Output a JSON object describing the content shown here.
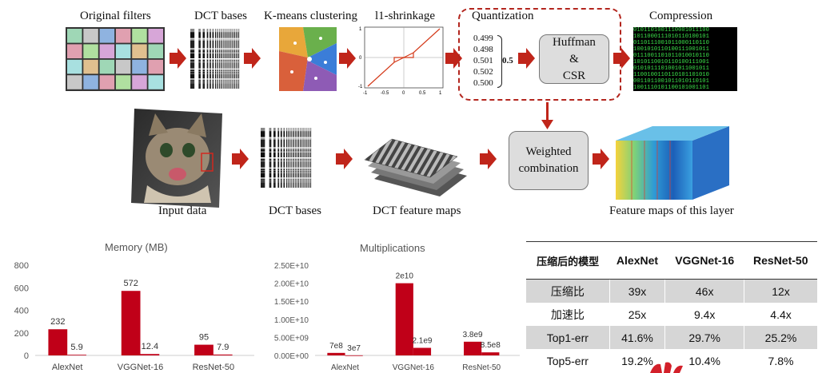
{
  "pipeline": {
    "labels": {
      "original_filters": "Original filters",
      "dct_bases": "DCT bases",
      "kmeans": "K-means clustering",
      "l1": "l1-shrinkage",
      "quantization": "Quantization",
      "compression": "Compression",
      "input_data": "Input data",
      "dct_bases_2": "DCT bases",
      "dct_feature_maps": "DCT feature maps",
      "feature_maps_layer": "Feature maps of this layer"
    },
    "huffman": {
      "line1": "Huffman",
      "line2": "&",
      "line3": "CSR"
    },
    "weighted": {
      "line1": "Weighted",
      "line2": "combination"
    },
    "quant_values": [
      "0.499",
      "0.498",
      "0.501",
      "0.502",
      "0.500"
    ],
    "quant_result": "0.5",
    "l1_ticks_x": [
      "-1",
      "-0.5",
      "0",
      "0.5",
      "1"
    ],
    "l1_ticks_y": [
      "1",
      "0",
      "-1"
    ],
    "binary_rows": [
      "0101101001110001011100",
      "1011000111010110100101",
      "0110111001011000110110",
      "1001010110100111001011",
      "0111001101011010010110",
      "1010110010110100111001",
      "0101011101001011001011",
      "1100100110110101101010",
      "0011011001011010110101",
      "1001110101100101001101"
    ],
    "accent_color": "#c0251a"
  },
  "chart_data": [
    {
      "type": "bar",
      "title": "Memory (MB)",
      "categories": [
        "AlexNet",
        "VGGNet-16",
        "ResNet-50"
      ],
      "series": [
        {
          "values": [
            232,
            572,
            95
          ],
          "labels": [
            "232",
            "572",
            "95"
          ],
          "color": "#c00018"
        },
        {
          "values": [
            5.9,
            12.4,
            7.9
          ],
          "labels": [
            "5.9",
            "12.4",
            "7.9"
          ],
          "color": "#c00018"
        }
      ],
      "ylim": [
        0,
        800
      ],
      "yticks": [
        "0",
        "200",
        "400",
        "600",
        "800"
      ],
      "ytick_values": [
        0,
        200,
        400,
        600,
        800
      ],
      "grid": false
    },
    {
      "type": "bar",
      "title": "Multiplications",
      "categories": [
        "AlexNet",
        "VGGNet-16",
        "ResNet-50"
      ],
      "series": [
        {
          "values": [
            700000000.0,
            20000000000.0,
            3800000000.0
          ],
          "labels": [
            "7e8",
            "2e10",
            "3.8e9"
          ],
          "color": "#c00018"
        },
        {
          "values": [
            30000000.0,
            2100000000.0,
            850000000.0
          ],
          "labels": [
            "3e7",
            "2.1e9",
            "8.5e8"
          ],
          "color": "#c00018"
        }
      ],
      "ylim": [
        0,
        25000000000.0
      ],
      "yticks": [
        "0.00E+00",
        "5.00E+09",
        "1.00E+10",
        "1.50E+10",
        "2.00E+10",
        "2.50E+10"
      ],
      "ytick_values": [
        0,
        5000000000.0,
        10000000000.0,
        15000000000.0,
        20000000000.0,
        25000000000.0
      ],
      "grid": false
    }
  ],
  "table": {
    "headers": [
      "压缩后的模型",
      "AlexNet",
      "VGGNet-16",
      "ResNet-50"
    ],
    "rows": [
      [
        "压缩比",
        "39x",
        "46x",
        "12x"
      ],
      [
        "加速比",
        "25x",
        "9.4x",
        "4.4x"
      ],
      [
        "Top1-err",
        "41.6%",
        "29.7%",
        "25.2%"
      ],
      [
        "Top5-err",
        "19.2%",
        "10.4%",
        "7.8%"
      ]
    ]
  }
}
